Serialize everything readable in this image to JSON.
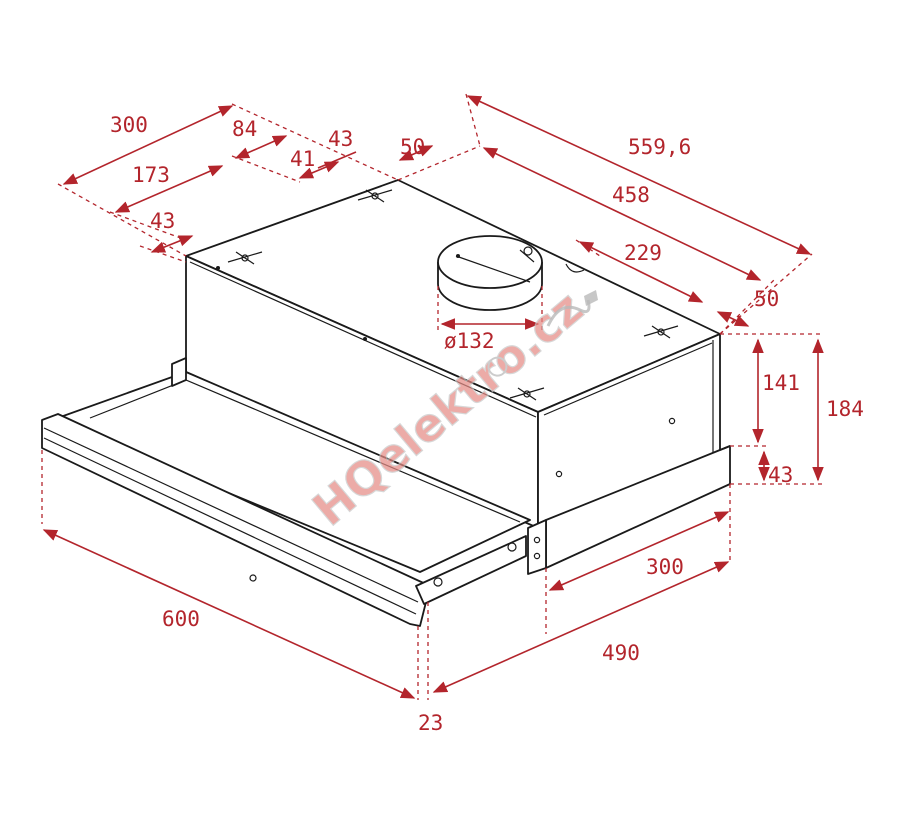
{
  "colors": {
    "dimension": "#b3252c",
    "outline": "#1a1a1a",
    "background": "#ffffff",
    "watermark_red": "#e58c86",
    "watermark_grey": "#b9b9b9"
  },
  "dimensions": {
    "d300_top": "300",
    "d84": "84",
    "d43_top": "43",
    "d41": "41",
    "d50_top": "50",
    "d173": "173",
    "d43_left": "43",
    "d559_6": "559,6",
    "d458": "458",
    "d229": "229",
    "d50_right": "50",
    "d132": "ø132",
    "d141": "141",
    "d184": "184",
    "d43_right": "43",
    "d300_bottom": "300",
    "d490": "490",
    "d600": "600",
    "d23": "23"
  },
  "watermark": {
    "text": "HQelektro.cz"
  }
}
